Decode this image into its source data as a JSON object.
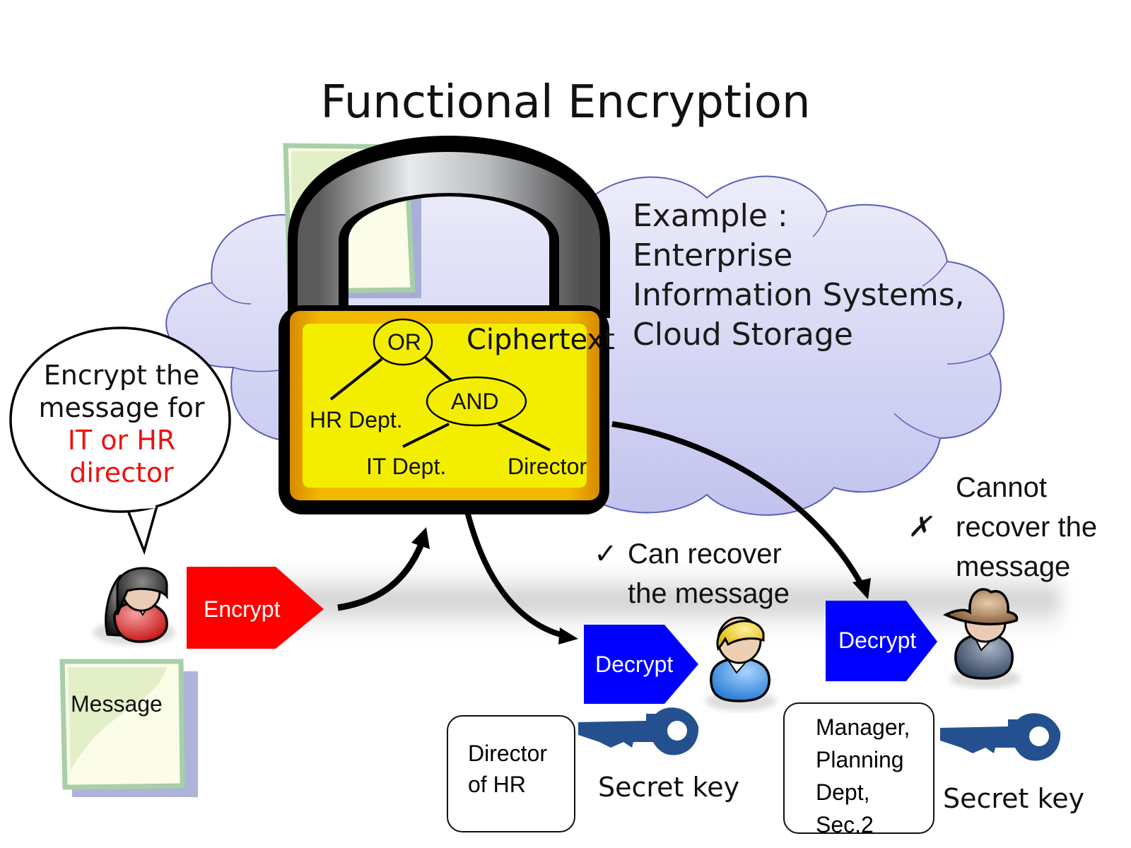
{
  "title": "Functional Encryption",
  "cloud": {
    "lines": [
      "Example :",
      "Enterprise",
      "Information Systems,",
      "Cloud Storage"
    ]
  },
  "lock": {
    "label": "Ciphertext",
    "policy": {
      "root": "OR",
      "left_leaf": "HR Dept.",
      "and_node": "AND",
      "and_left": "IT Dept.",
      "and_right": "Director"
    }
  },
  "sender": {
    "speech_lines": [
      "Encrypt the",
      "message for"
    ],
    "speech_highlight_lines": [
      "IT or HR",
      "director"
    ],
    "highlight_color": "#ee1111",
    "document_label": "Message",
    "action_label": "Encrypt",
    "action_color": "#ff0000"
  },
  "receivers": [
    {
      "action_label": "Decrypt",
      "action_color": "#0000ff",
      "status_mark": "✓",
      "status_lines": [
        "Can recover",
        "the message"
      ],
      "role_lines": [
        "Director",
        "of HR"
      ],
      "key_label": "Secret key",
      "key_color": "#24508f",
      "avatar": "blond-user"
    },
    {
      "action_label": "Decrypt",
      "action_color": "#0000ff",
      "status_mark": "✗",
      "status_lines": [
        "Cannot",
        "recover the",
        "message"
      ],
      "role_lines": [
        "Manager,",
        "Planning",
        "Dept,",
        "Sec.2"
      ],
      "key_label": "Secret key",
      "key_color": "#24508f",
      "avatar": "hat-user"
    }
  ]
}
